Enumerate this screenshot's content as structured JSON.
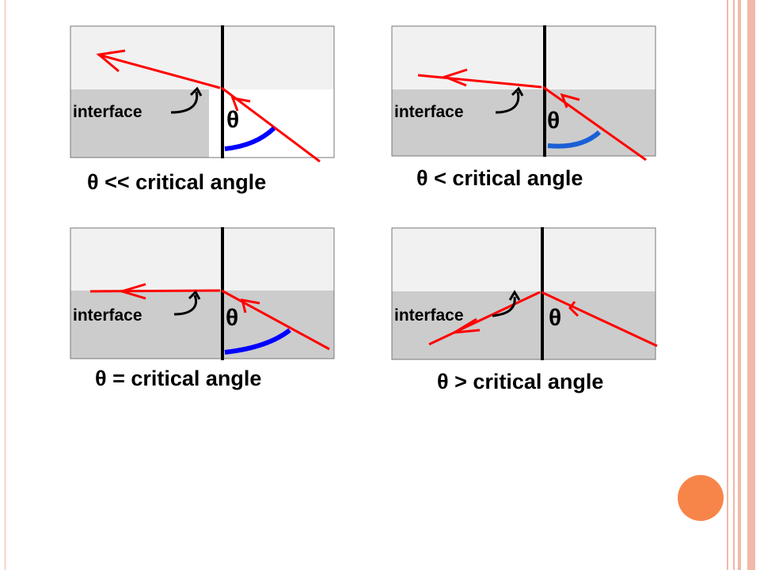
{
  "colors": {
    "ray": "#ff0000",
    "angle_arc": "#0000ff",
    "angle_arc_light": "#1a5fd6",
    "upper_medium": "#f1f1f1",
    "lower_medium": "#cccccc",
    "frame_line": "#f2b8a8",
    "accent_circle": "#f7854a",
    "text": "#000000"
  },
  "symbol": "θ",
  "panels": [
    {
      "caption": "θ << critical angle",
      "interface_label": "interface"
    },
    {
      "caption": "θ < critical angle",
      "interface_label": "interface"
    },
    {
      "caption": "θ = critical angle",
      "interface_label": "interface"
    },
    {
      "caption": "θ > critical angle",
      "interface_label": "interface"
    }
  ]
}
